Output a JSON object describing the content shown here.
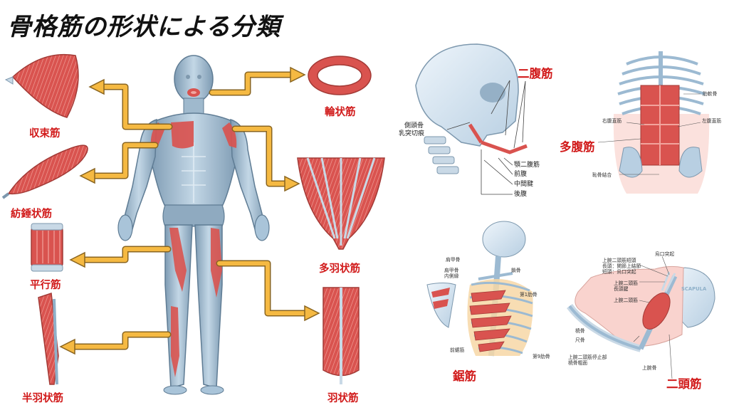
{
  "title": "骨格筋の形状による分類",
  "muscle_types": {
    "fusiform_convergent": "収束筋",
    "fusiform": "紡錘状筋",
    "parallel": "平行筋",
    "unipennate": "半羽状筋",
    "circular": "輪状筋",
    "multipennate": "多羽状筋",
    "bipennate": "羽状筋"
  },
  "examples": {
    "digastric": {
      "label": "二腹筋",
      "notes": [
        "側頭骨",
        "乳突切痕"
      ],
      "parts": [
        "顎二腹筋",
        "前腹",
        "中間腱",
        "後腹"
      ]
    },
    "multi_belly": {
      "label": "多腹筋",
      "notes": [
        "肋軟骨",
        "右腹直筋",
        "左腹直筋",
        "恥骨結合"
      ]
    },
    "serrated": {
      "label": "鋸筋",
      "notes": [
        "肩甲骨",
        "肩甲骨\n内側縁",
        "鎖骨",
        "第1肋骨",
        "前鋸筋",
        "第9肋骨"
      ]
    },
    "biceps": {
      "label": "二頭筋",
      "notes": [
        "烏口突起",
        "上腕二頭筋短頭\n長頭：関節上結節\n短頭：烏口突起",
        "上腕二頭筋\n長頭腱",
        "上腕二頭筋",
        "橈骨",
        "尺骨",
        "上腕二頭筋停止部\n橈骨粗面",
        "上腕骨"
      ],
      "scapula_text": "SCAPULA"
    }
  },
  "colors": {
    "muscle": "#d9534f",
    "muscle_dark": "#b23a37",
    "arrow_fill": "#f5b942",
    "arrow_stroke": "#8a6520",
    "body": "#a9c4d9",
    "bone": "#d7e6f2",
    "label_red": "#d11a1a"
  }
}
